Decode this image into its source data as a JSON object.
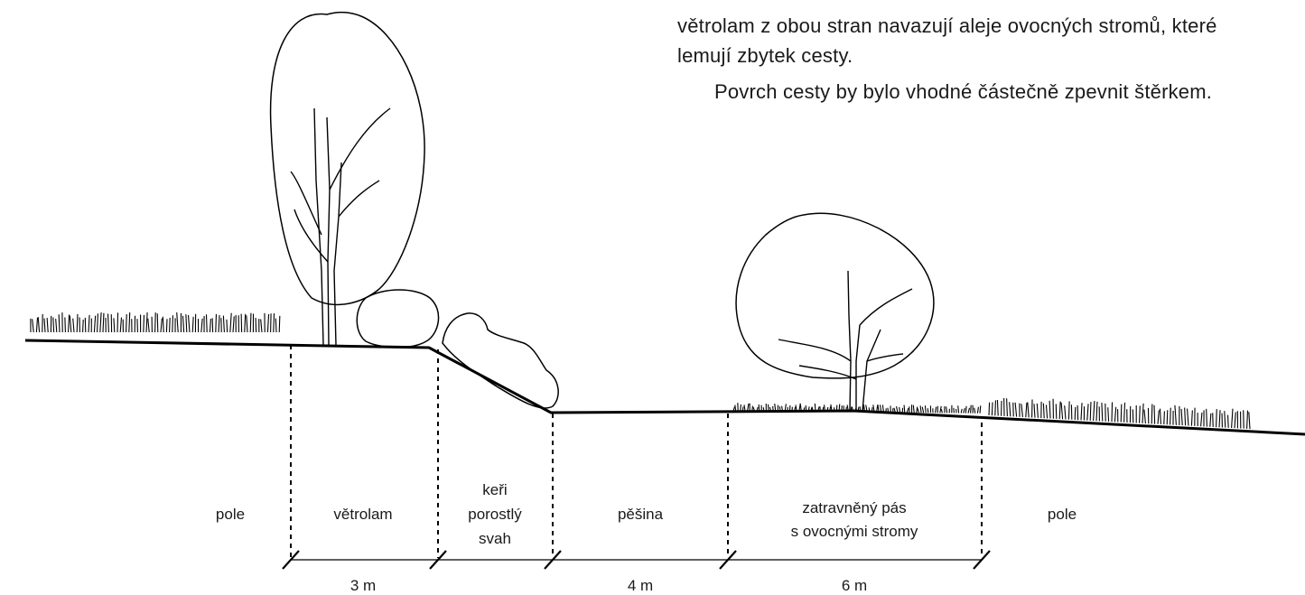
{
  "paragraph": {
    "line1": "větrolam z obou stran navazují aleje ovocných stromů, které",
    "line2": "lemují zbytek cesty.",
    "line3": "Povrch cesty by bylo vhodné částečně zpevnit štěrkem."
  },
  "zones": {
    "pole_left": "pole",
    "vetrolam": "větrolam",
    "svah_line1": "keři",
    "svah_line2": "porostlý",
    "svah_line3": "svah",
    "pesina": "pěšina",
    "pas_line1": "zatravněný pás",
    "pas_line2": "s ovocnými stromy",
    "pole_right": "pole"
  },
  "dimensions": {
    "vetrolam": "3 m",
    "pesina": "4 m",
    "pas": "6 m"
  }
}
